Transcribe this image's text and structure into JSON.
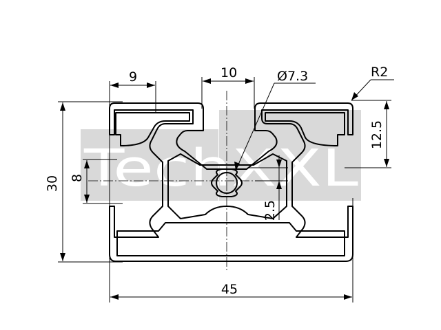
{
  "watermark": {
    "text": "TechXXL"
  },
  "dimensions": {
    "slot_width": "9",
    "center_width": "10",
    "bore_diameter": "Ø7.3",
    "corner_radius": "R2",
    "height": "30",
    "core_height": "8",
    "slot_depth": "12.5",
    "bore_offset": "2.5",
    "width": "45"
  },
  "colors": {
    "line": "#000000",
    "watermark_bg": "#d9d9d9",
    "background": "#ffffff"
  }
}
